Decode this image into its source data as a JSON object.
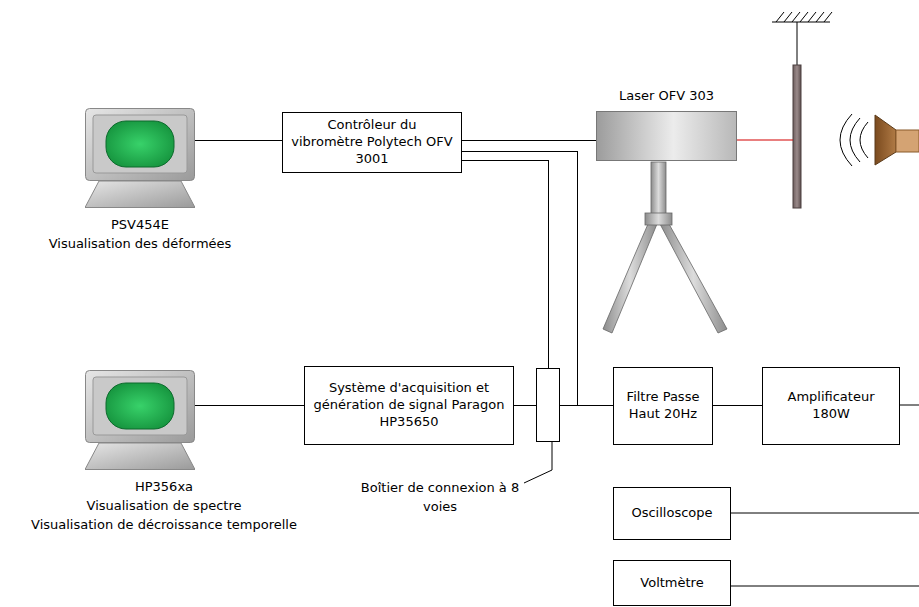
{
  "diagram": {
    "nodes": [
      {
        "text": [
          "PSV454E",
          "Visualisation des déformées"
        ]
      },
      {
        "text": [
          "Contrôleur du vibromètre Polytech OFV 3001"
        ]
      },
      {
        "text": [
          "Laser OFV 303"
        ]
      },
      {
        "text": [
          "HP356xa",
          "Visualisation de spectre",
          "Visualisation de décroissance temporelle"
        ]
      },
      {
        "text": [
          "Système d'acquisition et génération de signal Paragon HP35650"
        ]
      },
      {
        "text": [
          "Boîtier de connexion à 8 voies"
        ]
      },
      {
        "text": [
          "Filtre Passe Haut 20Hz"
        ]
      },
      {
        "text": [
          "Amplificateur 180W"
        ]
      },
      {
        "text": [
          "Oscilloscope"
        ]
      },
      {
        "text": [
          "Voltmètre"
        ]
      }
    ],
    "edges": [
      {
        "from": 0,
        "to": 1,
        "arrow": "none"
      },
      {
        "from": 1,
        "to": 2,
        "arrow": "none"
      },
      {
        "from": 1,
        "to": 5,
        "arrow": "none"
      },
      {
        "from": 1,
        "to": 6,
        "arrow": "none"
      },
      {
        "from": 3,
        "to": 4,
        "arrow": "none"
      },
      {
        "from": 4,
        "to": 5,
        "arrow": "none"
      },
      {
        "from": 5,
        "to": 6,
        "arrow": "none"
      },
      {
        "from": 6,
        "to": 7,
        "arrow": "none"
      }
    ]
  }
}
